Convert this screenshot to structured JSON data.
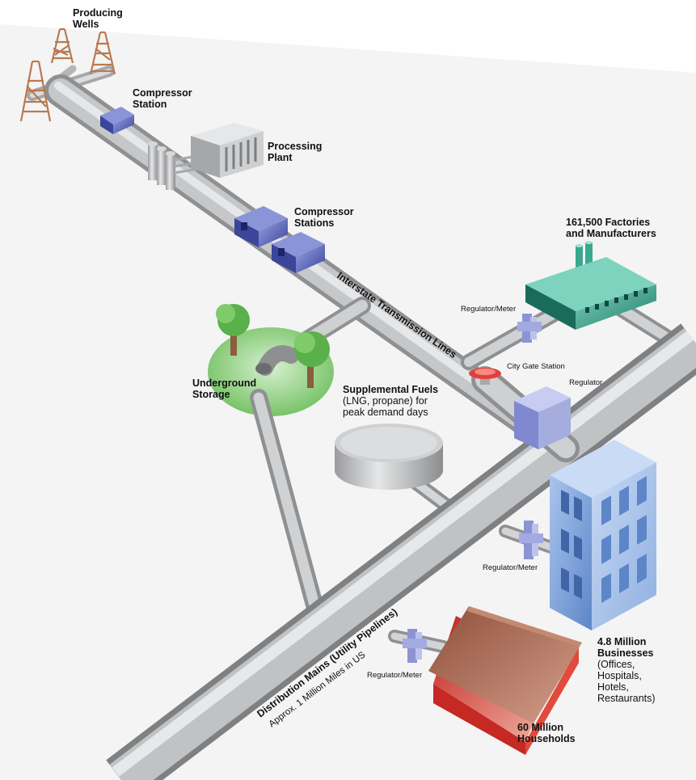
{
  "labels": {
    "producing_wells": [
      "Producing",
      "Wells"
    ],
    "compressor_station": [
      "Compressor",
      "Station"
    ],
    "processing_plant": [
      "Processing",
      "Plant"
    ],
    "compressor_stations": [
      "Compressor",
      "Stations"
    ],
    "factories": [
      "161,500 Factories",
      "and Manufacturers"
    ],
    "interstate": "Interstate Transmission Lines",
    "regulator_meter_factory": "Regulator/Meter",
    "city_gate": "City Gate Station",
    "regulator": "Regulator",
    "underground_storage": [
      "Underground",
      "Storage"
    ],
    "supplemental_title": "Supplemental Fuels",
    "supplemental_desc": [
      "(LNG, propane) for",
      "peak demand days"
    ],
    "regulator_meter_business": "Regulator/Meter",
    "businesses_title": [
      "4.8 Million",
      "Businesses"
    ],
    "businesses_desc": [
      "(Offices,",
      "Hospitals,",
      "Hotels,",
      "Restaurants)"
    ],
    "distribution_title": "Distribution Mains (Utility Pipelines)",
    "distribution_sub": "Approx. 1 Million Miles in US",
    "regulator_meter_house": "Regulator/Meter",
    "households": [
      "60 Million",
      "Households"
    ]
  },
  "colors": {
    "pipe": "#b9babc",
    "pipe_light": "#e2e3e4",
    "pipe_dark": "#8a8b8d",
    "compressor": "#4a55a8",
    "factory": "#2f9a86",
    "storage": "#8fcf7e",
    "valve": "#e2403a",
    "building": "#6e97d6",
    "house_roof": "#a8664d",
    "house_wall": "#c9302c",
    "derrick": "#b97a52"
  }
}
